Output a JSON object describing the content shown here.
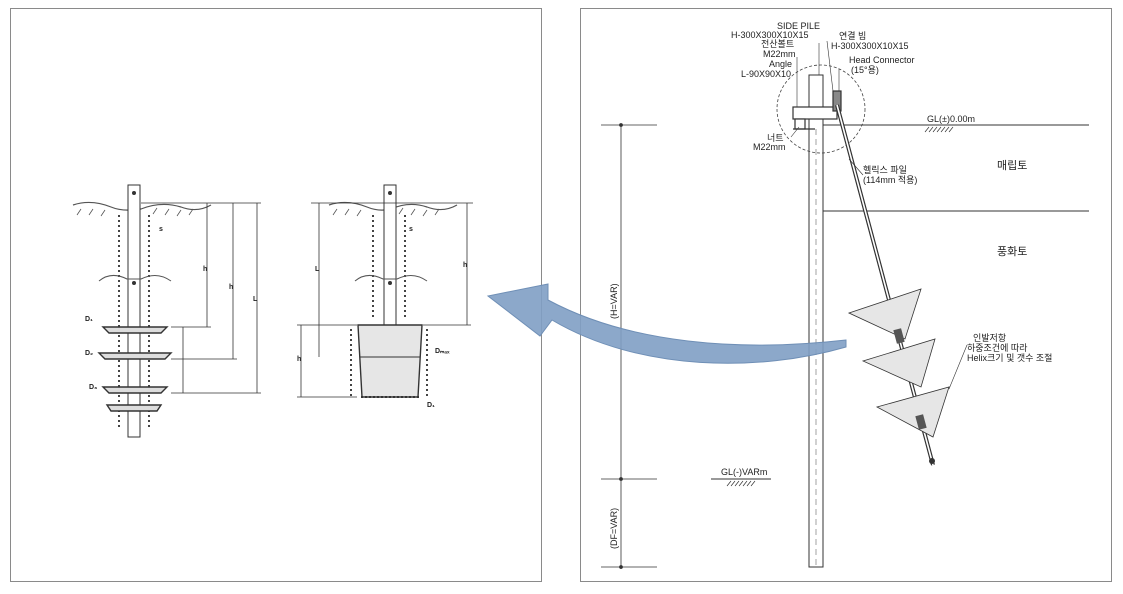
{
  "right": {
    "side_pile_title": "SIDE PILE",
    "side_pile_spec": "H-300X300X10X15",
    "link_beam_title": "연결 빔",
    "link_beam_spec": "H-300X300X10X15",
    "bolt_title": "전산볼트",
    "bolt_spec": "M22mm",
    "angle_title": "Angle",
    "angle_spec": "L-90X90X10",
    "head_conn_title": "Head Connector",
    "head_conn_spec": "(15°용)",
    "nut_title": "너트",
    "nut_spec": "M22mm",
    "helix_title": "헬릭스 파일",
    "helix_spec": "(114mm 적용)",
    "gl_top": "GL(±)0.00m",
    "layer_fill": "매립토",
    "layer_weathered": "풍화토",
    "dim_h": "(H=VAR)",
    "dim_df": "(DF=VAR)",
    "gl_bottom": "GL(-)VARm",
    "note_line1": "인발저항",
    "note_line2": "하중조건에 따라",
    "note_line3": "Helix크기 및 갯수 조절"
  },
  "left": {
    "d1_mark": "D₁",
    "d2_mark": "D₂",
    "d3_mark": "D₃",
    "dmax_mark": "Dₘₐₓ",
    "h_mark": "h",
    "l_mark": "L",
    "s_mark": "s"
  },
  "colors": {
    "arrow": "#7f9fc4",
    "border": "#8a8a8a",
    "soil": "#555555",
    "helix_fill": "#e6e6e6"
  },
  "icons": {
    "arrow": "curved-arrow-left"
  }
}
